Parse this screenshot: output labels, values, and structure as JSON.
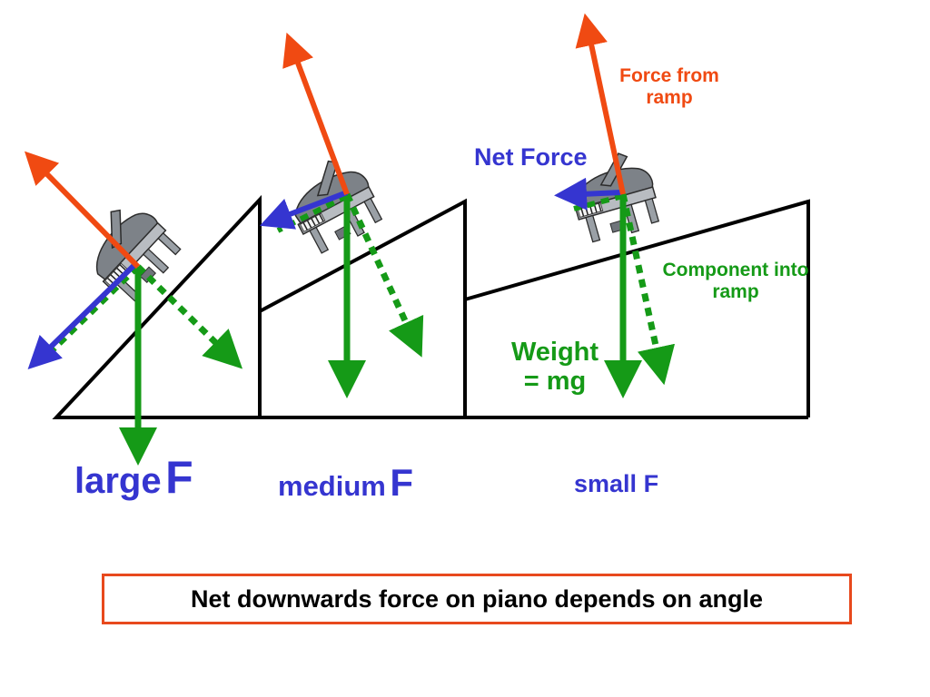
{
  "labels": {
    "force_from_ramp": "Force from\nramp",
    "net_force": "Net Force",
    "component_into_ramp": "Component into\nramp",
    "weight": "Weight\n= mg",
    "large_word": "large",
    "medium_word": "medium",
    "small_word": "small",
    "f_letter": "F"
  },
  "caption": "Net downwards force on piano depends on angle",
  "colors": {
    "force_from_ramp": "#f04a12",
    "net_force": "#3535d0",
    "weight": "#159a17",
    "component": "#159a17",
    "ramp_outline": "#000000",
    "caption_border": "#e8491d"
  },
  "ramps": [
    {
      "name": "steep",
      "force_label": "large F"
    },
    {
      "name": "medium",
      "force_label": "medium F"
    },
    {
      "name": "shallow",
      "force_label": "small F"
    }
  ],
  "icons": [
    "grand-piano-icon"
  ]
}
